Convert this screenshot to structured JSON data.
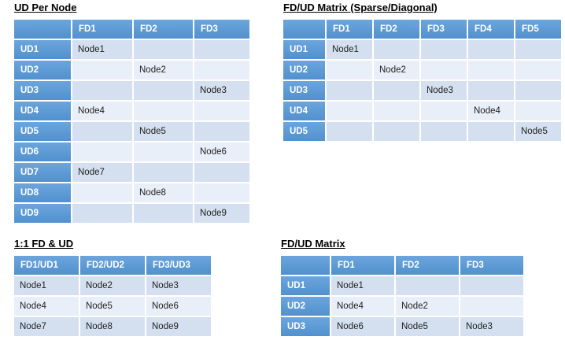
{
  "colors": {
    "header_blue": "#5b9bd5",
    "band_dark": "#d4e0ef",
    "band_light": "#e9eff8",
    "header_text": "#ffffff",
    "body_text": "#1f1f1f",
    "title_text": "#000000",
    "background": "#ffffff"
  },
  "tables": [
    {
      "id": "ud-per-node",
      "title": "UD Per Node",
      "columns": [
        "",
        "FD1",
        "FD2",
        "FD3"
      ],
      "rows": [
        {
          "header": "UD1",
          "cells": [
            "Node1",
            "",
            ""
          ]
        },
        {
          "header": "UD2",
          "cells": [
            "",
            "Node2",
            ""
          ]
        },
        {
          "header": "UD3",
          "cells": [
            "",
            "",
            "Node3"
          ]
        },
        {
          "header": "UD4",
          "cells": [
            "Node4",
            "",
            ""
          ]
        },
        {
          "header": "UD5",
          "cells": [
            "",
            "Node5",
            ""
          ]
        },
        {
          "header": "UD6",
          "cells": [
            "",
            "",
            "Node6"
          ]
        },
        {
          "header": "UD7",
          "cells": [
            "Node7",
            "",
            ""
          ]
        },
        {
          "header": "UD8",
          "cells": [
            "",
            "Node8",
            ""
          ]
        },
        {
          "header": "UD9",
          "cells": [
            "",
            "",
            "Node9"
          ]
        }
      ]
    },
    {
      "id": "fdud-matrix-sparse-diagonal",
      "title": "FD/UD Matrix (Sparse/Diagonal)",
      "columns": [
        "",
        "FD1",
        "FD2",
        "FD3",
        "FD4",
        "FD5"
      ],
      "rows": [
        {
          "header": "UD1",
          "cells": [
            "Node1",
            "",
            "",
            "",
            ""
          ]
        },
        {
          "header": "UD2",
          "cells": [
            "",
            "Node2",
            "",
            "",
            ""
          ]
        },
        {
          "header": "UD3",
          "cells": [
            "",
            "",
            "Node3",
            "",
            ""
          ]
        },
        {
          "header": "UD4",
          "cells": [
            "",
            "",
            "",
            "Node4",
            ""
          ]
        },
        {
          "header": "UD5",
          "cells": [
            "",
            "",
            "",
            "",
            "Node5"
          ]
        }
      ]
    },
    {
      "id": "one-to-one-fd-ud",
      "title": "1:1 FD & UD",
      "columns": [
        "FD1/UD1",
        "FD2/UD2",
        "FD3/UD3"
      ],
      "rows": [
        {
          "header": null,
          "cells": [
            "Node1",
            "Node2",
            "Node3"
          ]
        },
        {
          "header": null,
          "cells": [
            "Node4",
            "Node5",
            "Node6"
          ]
        },
        {
          "header": null,
          "cells": [
            "Node7",
            "Node8",
            "Node9"
          ]
        }
      ]
    },
    {
      "id": "fdud-matrix",
      "title": "FD/UD Matrix",
      "columns": [
        "",
        "FD1",
        "FD2",
        "FD3"
      ],
      "rows": [
        {
          "header": "UD1",
          "cells": [
            "Node1",
            "",
            ""
          ]
        },
        {
          "header": "UD2",
          "cells": [
            "Node4",
            "Node2",
            ""
          ]
        },
        {
          "header": "UD3",
          "cells": [
            "Node6",
            "Node5",
            "Node3"
          ]
        }
      ]
    }
  ]
}
